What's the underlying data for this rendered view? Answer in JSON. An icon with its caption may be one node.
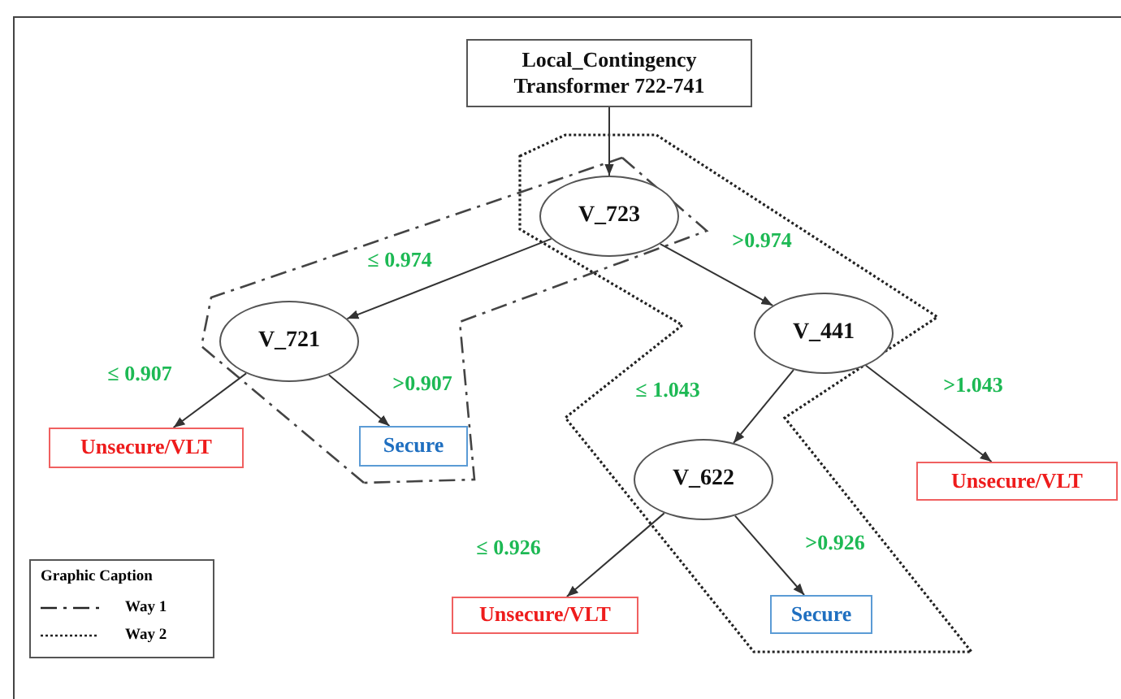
{
  "diagram": {
    "nodes": [
      {
        "text": [
          "Local_Contingency Transformer 722-741"
        ]
      },
      {
        "text": [
          "V_723"
        ]
      },
      {
        "text": [
          "V_721"
        ]
      },
      {
        "text": [
          "V_441"
        ]
      },
      {
        "text": [
          "Unsecure/VLT"
        ]
      },
      {
        "text": [
          "Secure"
        ]
      },
      {
        "text": [
          "V_622"
        ]
      },
      {
        "text": [
          "Unsecure/VLT"
        ]
      },
      {
        "text": [
          "Unsecure/VLT"
        ]
      },
      {
        "text": [
          "Secure"
        ]
      }
    ],
    "edges": [
      {
        "from": 0,
        "to": 1,
        "arrow": "to"
      },
      {
        "from": 1,
        "to": 2,
        "arrow": "to",
        "label": "≤ 0.974"
      },
      {
        "from": 1,
        "to": 3,
        "arrow": "to",
        "label": ">0.974"
      },
      {
        "from": 2,
        "to": 4,
        "arrow": "to",
        "label": "≤ 0.907"
      },
      {
        "from": 2,
        "to": 5,
        "arrow": "to",
        "label": ">0.907"
      },
      {
        "from": 3,
        "to": 6,
        "arrow": "to",
        "label": "≤ 1.043"
      },
      {
        "from": 3,
        "to": 7,
        "arrow": "to",
        "label": ">1.043"
      },
      {
        "from": 6,
        "to": 8,
        "arrow": "to",
        "label": "≤ 0.926"
      },
      {
        "from": 6,
        "to": 9,
        "arrow": "to",
        "label": ">0.926"
      }
    ],
    "labels": [
      "Graphic Caption"
    ],
    "legend": [
      {
        "text": "Way 1"
      },
      {
        "text": "Way 2"
      }
    ]
  }
}
